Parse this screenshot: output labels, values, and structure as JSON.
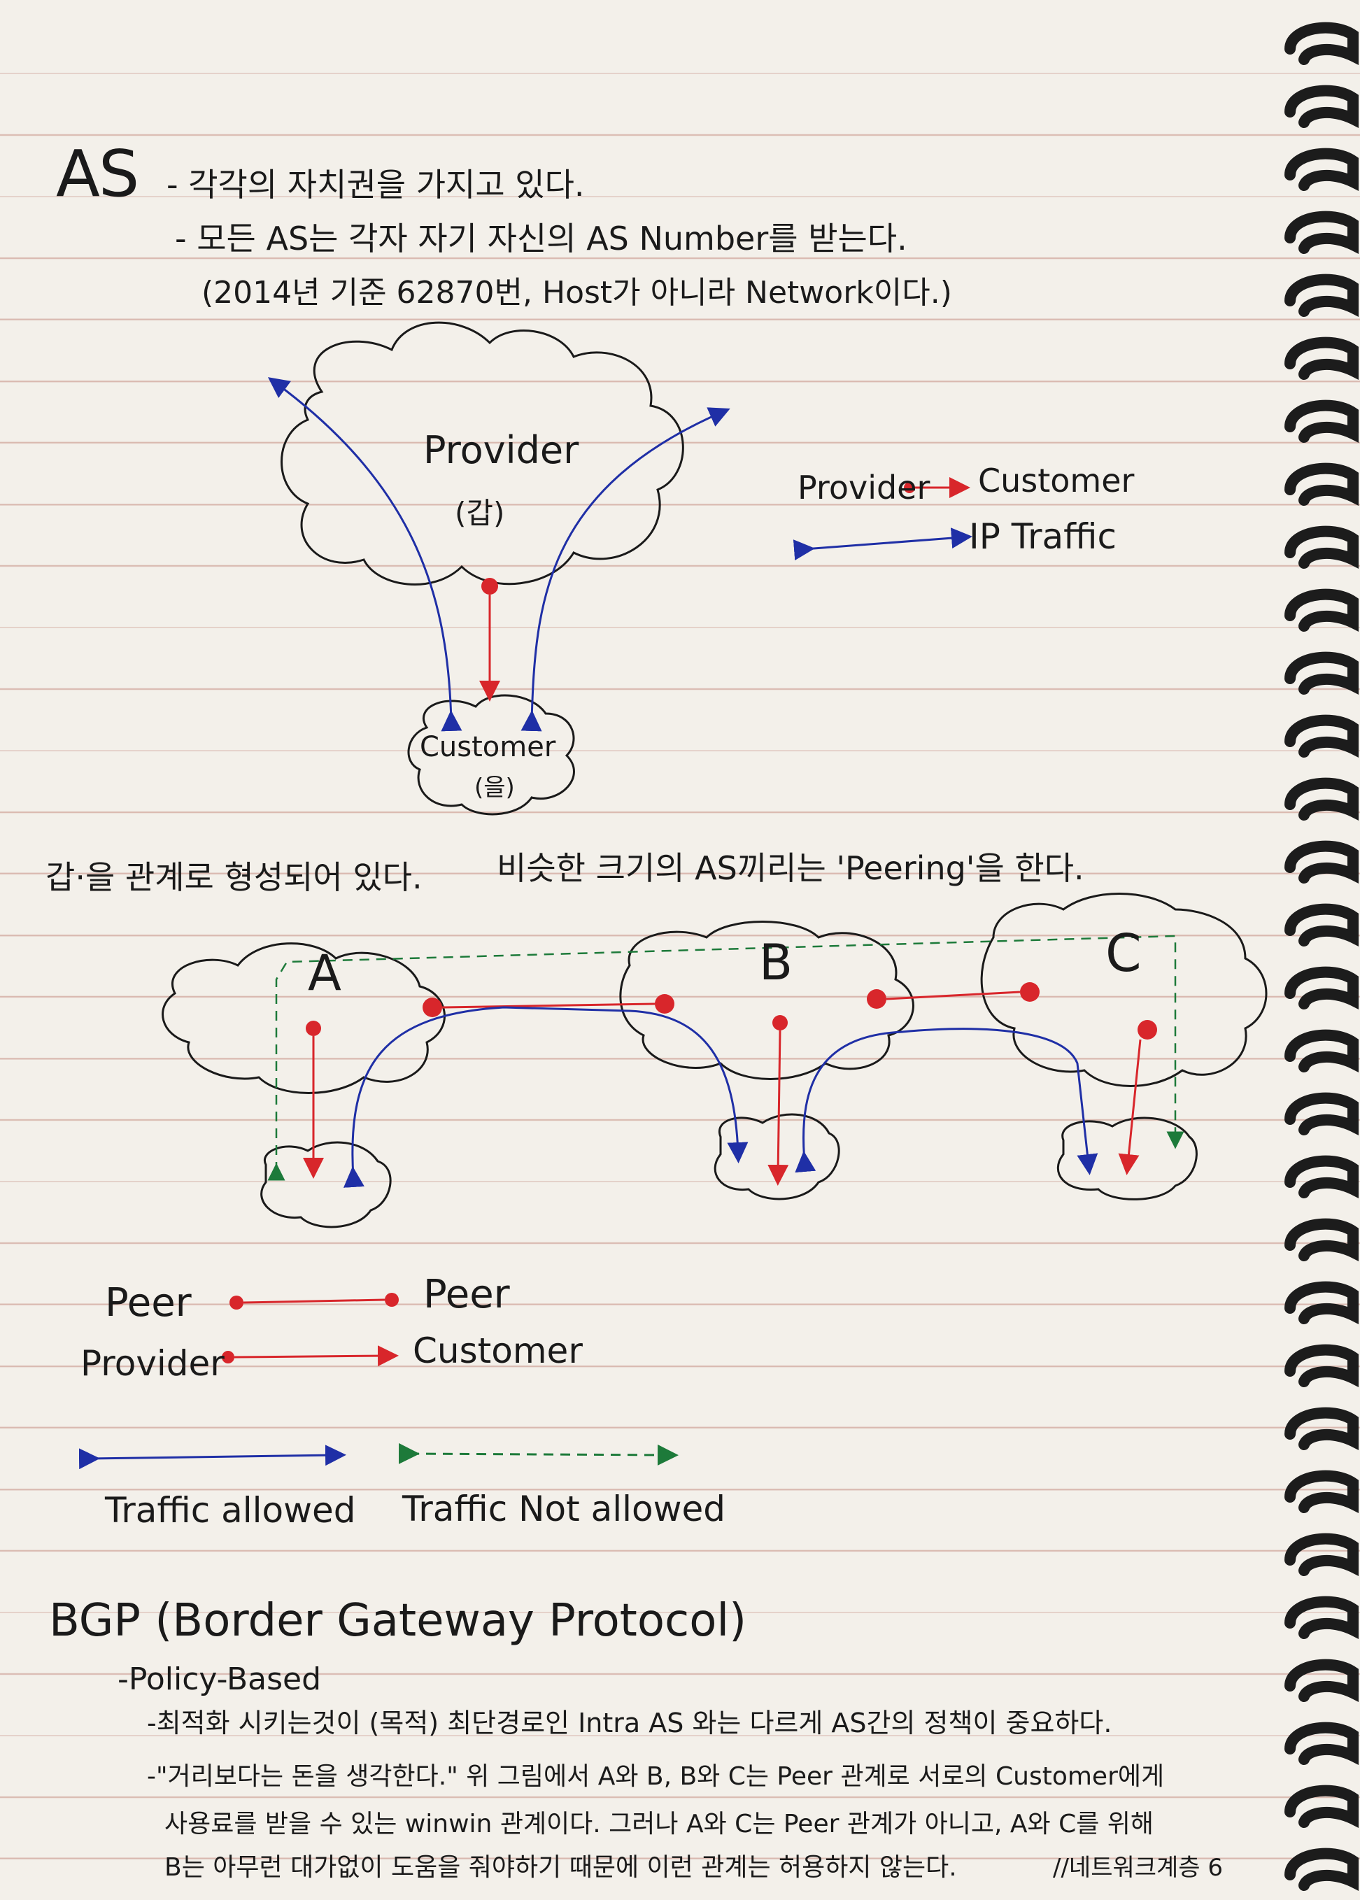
{
  "section1": {
    "heading": "AS",
    "line1": "- 각각의 자치권을 가지고 있다.",
    "line2": "- 모든 AS는 각자 자기 자신의 AS Number를 받는다.",
    "line3": "(2014년 기준 62870번, Host가 아니라 Network이다.)"
  },
  "diagram1": {
    "provider_label": "Provider",
    "provider_sub": "(갑)",
    "customer_label": "Customer",
    "customer_sub": "(을)",
    "legend_provider": "Provider",
    "legend_customer": "Customer",
    "legend_traffic": "IP Traffic"
  },
  "middle_line": {
    "left": "갑·을 관계로 형성되어 있다.",
    "right": "비슷한 크기의 AS끼리는 'Peering'을 한다."
  },
  "diagram2": {
    "node_a": "A",
    "node_b": "B",
    "node_c": "C"
  },
  "legend2": {
    "peer_left": "Peer",
    "peer_right": "Peer",
    "provider": "Provider",
    "customer": "Customer",
    "traffic_allowed": "Traffic allowed",
    "traffic_not_allowed": "Traffic Not allowed"
  },
  "section2": {
    "heading": "BGP (Border Gateway Protocol)",
    "sub": "-Policy-Based",
    "line1": "-최적화 시키는것이 (목적) 최단경로인 Intra AS 와는 다르게 AS간의 정책이 중요하다.",
    "line2": "-\"거리보다는 돈을 생각한다.\" 위 그림에서 A와 B, B와 C는 Peer 관계로 서로의 Customer에게",
    "line3": "사용료를 받을 수 있는 winwin 관계이다. 그러나 A와 C는 Peer 관계가 아니고, A와 C를 위해",
    "line4": "B는 아무런 대가없이 도움을 줘야하기 때문에 이런 관계는 허용하지 않는다.",
    "tag": "//네트워크계층 6"
  },
  "colors": {
    "ink": "#1a1a1a",
    "blue": "#1f2fa6",
    "red": "#d8262b",
    "green": "#1d7a3a",
    "paper": "#f3f0ea",
    "rule": "#d9b9b0"
  }
}
